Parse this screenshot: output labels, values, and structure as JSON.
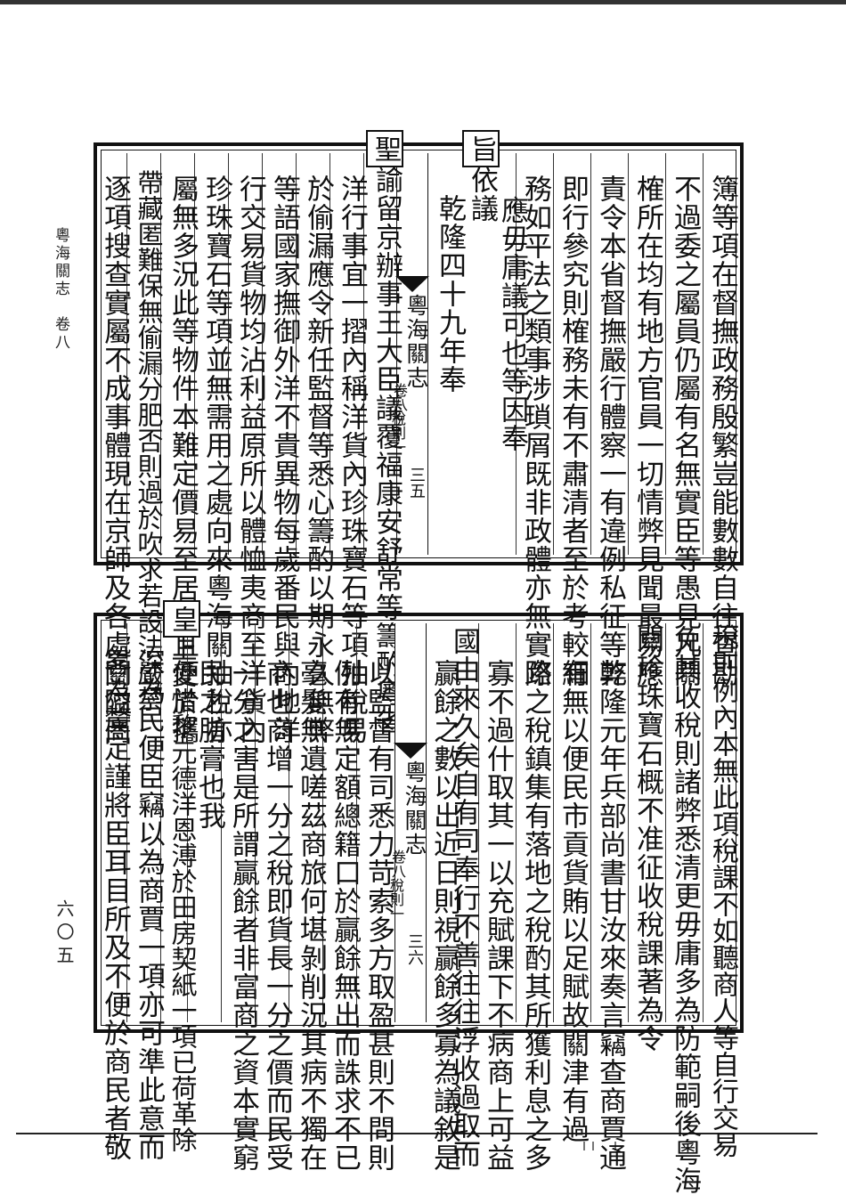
{
  "margin": {
    "title": "粵海關志　卷八",
    "page_number": "六〇五"
  },
  "upper": {
    "center": {
      "title": "粵海關志",
      "volume": "卷八",
      "section": "稅則一",
      "leaf": "三五"
    },
    "right_columns": [
      "簿等項在督撫政務殷繁豈能數數自往查勘",
      "不過委之屬員仍屬有名無實臣等愚見凡關",
      "榷所在均有地方官員一切情弊見聞最易應",
      "責令本省督撫嚴行體察一有違例私征等弊",
      "即行參究則榷務未有不肅清者至於考較細",
      "務如平法之類事涉瑣屑既非政體亦無實際",
      "應毋庸議可也等因奉"
    ],
    "decree_honor": "旨",
    "decree_tail": "依議",
    "date": "乾隆四十九年奉",
    "left_honor": "聖",
    "left_columns": [
      "諭留京辦事王大臣議覆福康安舒常等籌酌粵省",
      "洋行事宜一摺內稱洋貨內珍珠寶石等項抽稅易",
      "於偷漏應令新任監督等悉心籌酌以期永久無弊",
      "等語國家撫御外洋不貴異物每歲番民與內地洋",
      "行交易貨物均沾利益原所以體恤夷商至洋貨內",
      "珍珠寶石等項並無需用之處向來粵海關抽稅亦",
      "屬無多況此等物件本難定價易至居奇且便於攜",
      "帶藏匿難保無偷漏分肥否則過於吹求若設法嚴禁",
      "逐項搜查實屬不成事體現在京師及各處關隘商"
    ]
  },
  "lower": {
    "center": {
      "title": "粵海關志",
      "volume": "卷八",
      "section": "稅則一",
      "leaf": "三六"
    },
    "right_columns": [
      "稅則例內本無此項稅課不如聽商人等自行交易",
      "免其收稅則諸弊悉清更毋庸多為防範嗣後粵海",
      "關珍珠寶石概不准征收稅課著為令",
      "乾隆元年兵部尚書甘汝來奏言竊查商賈通",
      "有無以便民市貢貨賄以足賦故關津有過",
      "路之稅鎮集有落地之稅酌其所獲利息之多",
      "寡不過什取其一以充賦課下不病商上可益",
      "國由來久矣自有司奉行不善往往浮收過取而",
      "贏餘之數以出近日則視贏餘多寡為議敘是"
    ],
    "left_columns": [
      "以監督有司悉力苛索多方取盈甚則不問則",
      "例有無定額總籍口於贏餘無出而誅求不已",
      "毫髮無遺嗟茲商旅何堪剝削況其病不獨在",
      "商也商增一分之稅即貨長一分之價而民受",
      "一分之害是所謂贏餘者非富商之資本實窮",
      "民之脂膏也我"
    ],
    "honor": "皇",
    "honor_tail_columns": [
      "上愛惜黎元德洋恩溥於田房契紙一項已荷革除",
      "深為民便臣竊以為商賈一項亦可準此意而",
      "畧為釐定謹將臣耳目所及不便於商民者敬"
    ]
  }
}
